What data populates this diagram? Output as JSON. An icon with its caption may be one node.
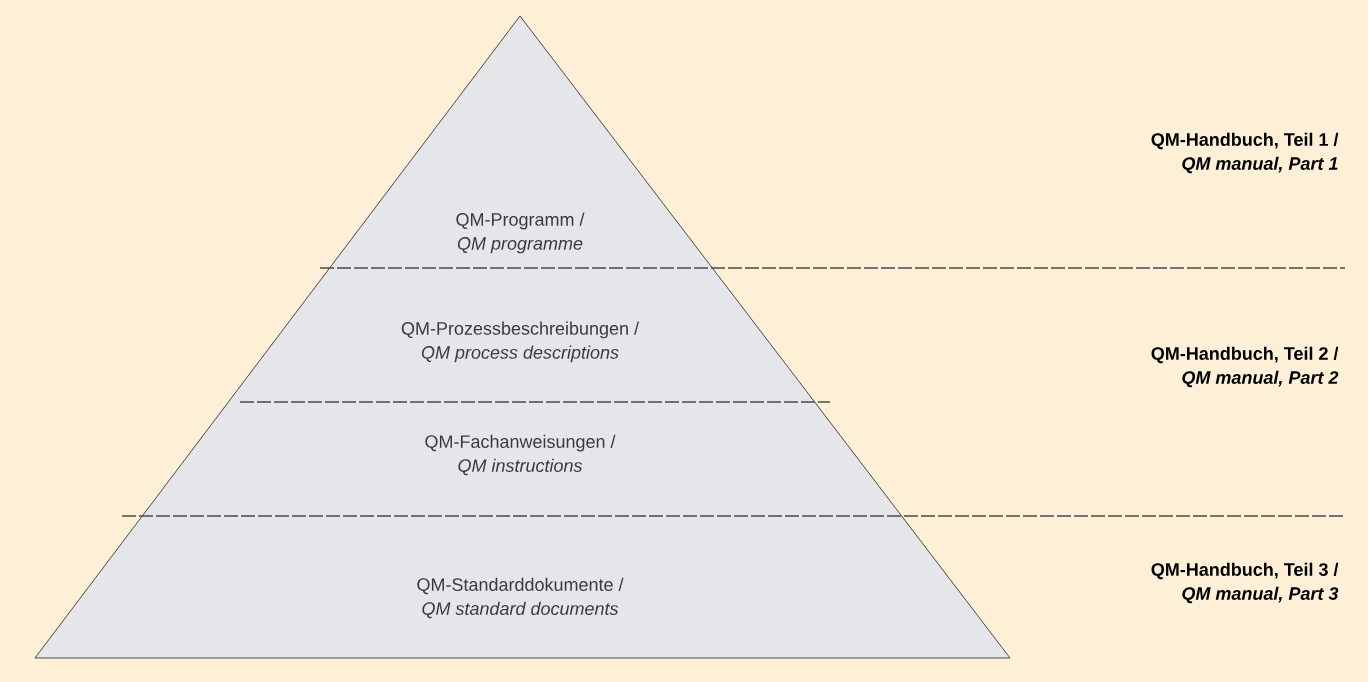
{
  "diagram": {
    "nodes": [
      {
        "text": [
          "QM-Programm /",
          "QM programme"
        ]
      },
      {
        "text": [
          "QM-Prozessbeschreibungen /",
          "QM process descriptions"
        ]
      },
      {
        "text": [
          "QM-Fachanweisungen /",
          "QM instructions"
        ]
      },
      {
        "text": [
          "QM-Standarddokumente /",
          "QM standard documents"
        ]
      }
    ],
    "labels": [
      "QM-Handbuch, Teil 1 /",
      "QM manual, Part 1",
      "QM-Handbuch, Teil 2 /",
      "QM manual, Part 2",
      "QM-Handbuch, Teil 3 /",
      "QM manual, Part 3"
    ]
  }
}
